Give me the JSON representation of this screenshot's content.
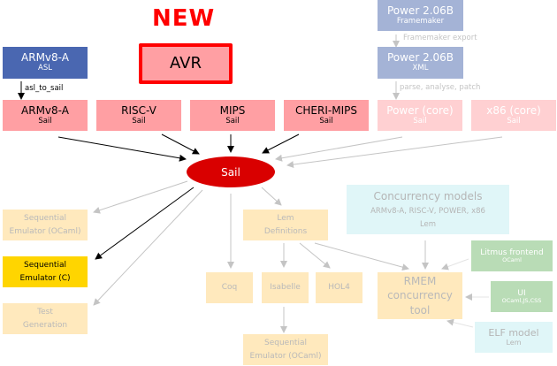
{
  "banner": {
    "new_label": "NEW"
  },
  "nodes": {
    "armv8_asl": {
      "title": "ARMv8-A",
      "sub": "ASL"
    },
    "avr": {
      "title": "AVR"
    },
    "power_framemaker": {
      "title": "Power 2.06B",
      "sub": "Framemaker"
    },
    "power_xml": {
      "title": "Power 2.06B",
      "sub": "XML"
    },
    "armv8_sail": {
      "title": "ARMv8-A",
      "sub": "Sail"
    },
    "riscv_sail": {
      "title": "RISC-V",
      "sub": "Sail"
    },
    "mips_sail": {
      "title": "MIPS",
      "sub": "Sail"
    },
    "cheri_sail": {
      "title": "CHERI-MIPS",
      "sub": "Sail"
    },
    "power_core": {
      "title": "Power (core)",
      "sub": "Sail"
    },
    "x86_core": {
      "title": "x86 (core)",
      "sub": "Sail"
    },
    "sail": {
      "title": "Sail"
    },
    "seq_ocaml": {
      "line1": "Sequential",
      "line2": "Emulator (OCaml)"
    },
    "seq_c": {
      "line1": "Sequential",
      "line2": "Emulator (C)"
    },
    "test_gen": {
      "line1": "Test",
      "line2": "Generation"
    },
    "lem_defs": {
      "line1": "Lem",
      "line2": "Definitions"
    },
    "coq": {
      "title": "Coq"
    },
    "isabelle": {
      "title": "Isabelle"
    },
    "hol4": {
      "title": "HOL4"
    },
    "seq_ocaml2": {
      "line1": "Sequential",
      "line2": "Emulator (OCaml)"
    },
    "concurrency": {
      "title": "Concurrency models",
      "sub": "ARMv8-A, RISC-V, POWER, x86",
      "sub2": "Lem"
    },
    "rmem": {
      "line1": "RMEM",
      "line2": "concurrency",
      "line3": "tool"
    },
    "litmus": {
      "title": "Litmus frontend",
      "sub": "OCaml"
    },
    "ui": {
      "title": "UI",
      "sub": "OCaml,JS,CSS"
    },
    "elf": {
      "title": "ELF model",
      "sub": "Lem"
    }
  },
  "edge_labels": {
    "asl_to_sail": "asl_to_sail",
    "framemaker_export": "Framemaker export",
    "parse_analyse_patch": "parse, analyse, patch"
  },
  "colors": {
    "asl_blue": "#4a67b1",
    "sail_pink": "#ff9fa3",
    "sail_red": "#d90000",
    "new_red": "#ff0000",
    "output_tan": "#ffe9bd",
    "highlight_gold": "#ffd500",
    "lem_cyan": "#e0f6f8",
    "ocaml_green": "#b9dcb6"
  }
}
